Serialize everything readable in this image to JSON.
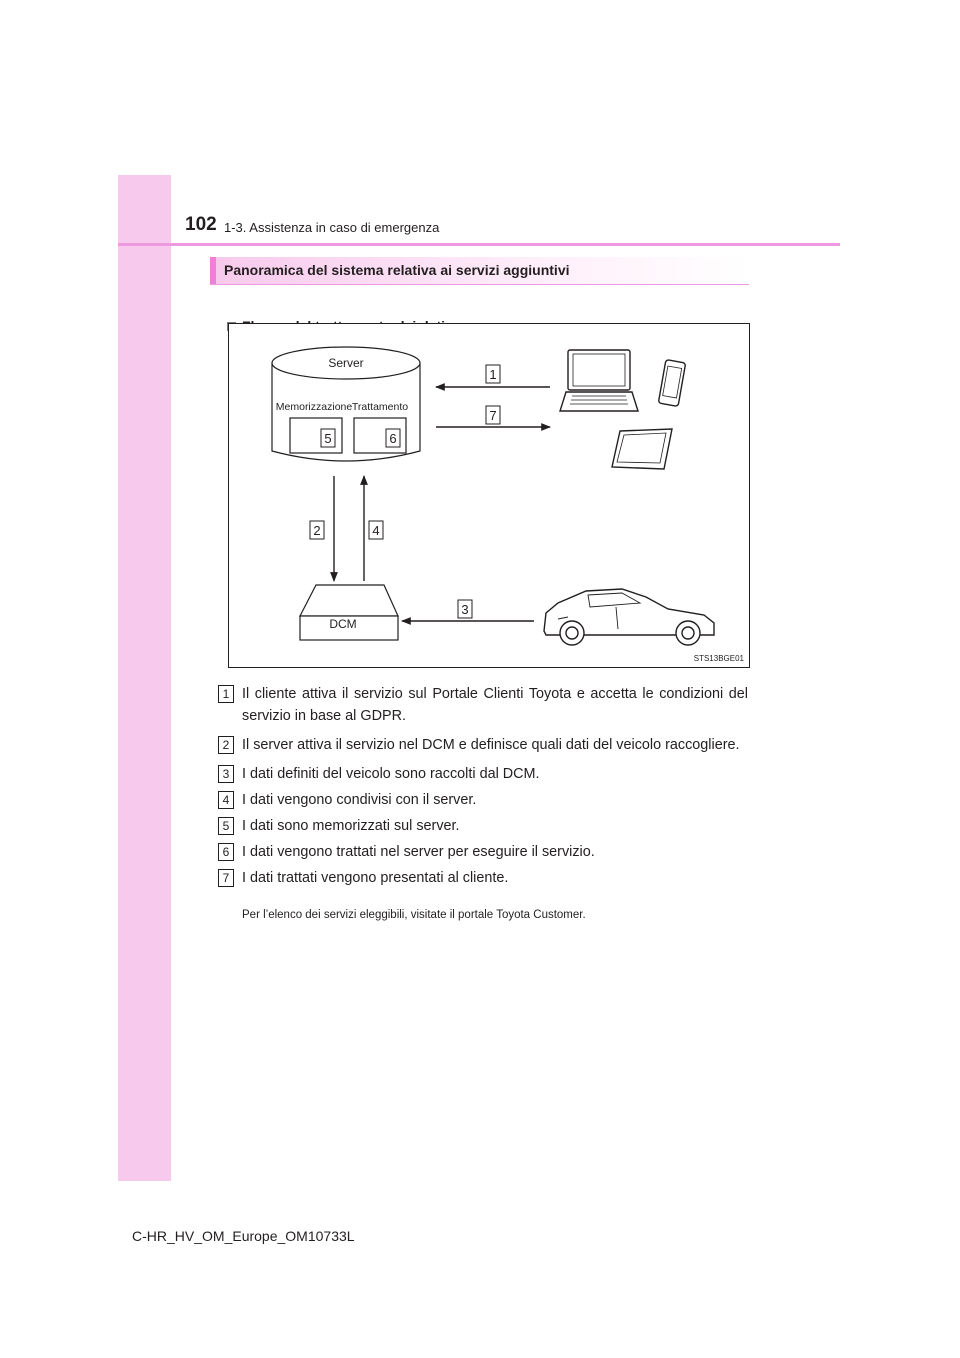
{
  "header": {
    "page_number": "102",
    "breadcrumb": "1-3. Assistenza in caso di emergenza"
  },
  "section": {
    "title": "Panoramica del sistema relativa ai servizi aggiuntivi"
  },
  "subheading": "Flusso del trattamento dei dati",
  "diagram": {
    "server_label": "Server",
    "storage_label": "Memorizzazione",
    "processing_label": "Trattamento",
    "dcm_label": "DCM",
    "image_code": "STS13BGE01",
    "markers": [
      "1",
      "2",
      "3",
      "4",
      "5",
      "6",
      "7"
    ]
  },
  "steps": [
    {
      "num": "1",
      "text": "Il cliente attiva il servizio sul Portale Clienti Toyota e accetta le condizioni del servizio in base al GDPR."
    },
    {
      "num": "2",
      "text": "Il server attiva il servizio nel DCM e definisce quali dati del veicolo raccogliere."
    },
    {
      "num": "3",
      "text": "I dati definiti del veicolo sono raccolti dal DCM."
    },
    {
      "num": "4",
      "text": "I dati vengono condivisi con il server."
    },
    {
      "num": "5",
      "text": "I dati sono memorizzati sul server."
    },
    {
      "num": "6",
      "text": "I dati vengono trattati nel server per eseguire il servizio."
    },
    {
      "num": "7",
      "text": "I dati trattati vengono presentati al cliente."
    }
  ],
  "note": "Per l’elenco dei servizi eleggibili, visitate il portale Toyota Customer.",
  "footer": "C-HR_HV_OM_Europe_OM10733L",
  "colors": {
    "side_band": "#f7c9ec",
    "header_rule": "#ef9ae0",
    "section_accent": "#ef7fd8"
  }
}
